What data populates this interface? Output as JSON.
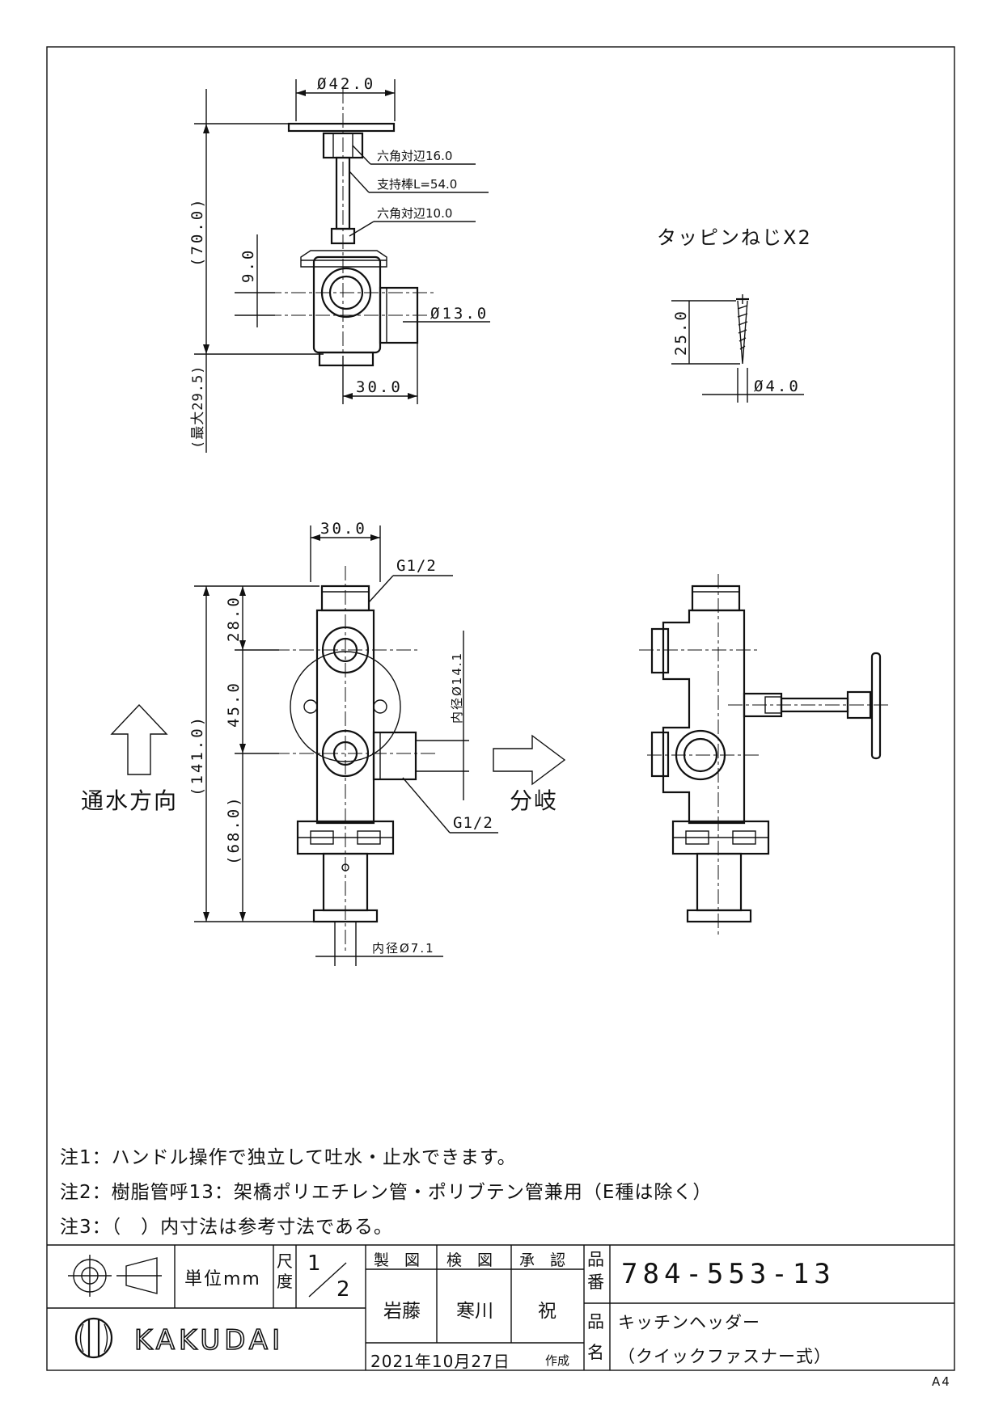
{
  "top_view": {
    "dim_diameter_base": "Ø42.0",
    "dim_hex_16": "六角対辺16.0",
    "dim_support_rod": "支持棒L=54.0",
    "dim_hex_10": "六角対辺10.0",
    "dim_height_70": "(70.0)",
    "dim_9": "9.0",
    "dim_diameter_13": "Ø13.0",
    "dim_30": "30.0",
    "dim_max_29_5": "(最大29.5)"
  },
  "screw": {
    "title": "タッピンねじX2",
    "dim_length": "25.0",
    "dim_diameter": "Ø4.0"
  },
  "front_view": {
    "dim_width": "30.0",
    "thread_top": "G1/2",
    "dim_28": "28.0",
    "dim_45": "45.0",
    "dim_total": "(141.0)",
    "dim_68": "(68.0)",
    "inner_diameter_14": "内径Ø14.1",
    "thread_side": "G1/2",
    "inner_diameter_7": "内径Ø7.1",
    "flow_direction": "通水方向",
    "branch": "分岐"
  },
  "notes": [
    "注1：ハンドル操作で独立して吐水・止水できます。",
    "注2：樹脂管呼13：架橋ポリエチレン管・ポリブテン管兼用（E種は除く）",
    "注3：（　）内寸法は参考寸法である。"
  ],
  "title_block": {
    "unit": "単位mm",
    "scale_label": "尺度",
    "scale_num": "1",
    "scale_den": "2",
    "drawn_label": "製　図",
    "checked_label": "検　図",
    "approved_label": "承　認",
    "drawn_by": "岩藤",
    "checked_by": "寒川",
    "approved_by": "祝",
    "part_no_label": "品番",
    "part_no": "784-553-13",
    "name_label": "品名",
    "name_line1": "キッチンヘッダー",
    "name_line2": "（クイックファスナー式）",
    "date": "2021年10月27日",
    "created_label": "作成",
    "company": "KAKUDAI",
    "paper_size": "A4"
  }
}
